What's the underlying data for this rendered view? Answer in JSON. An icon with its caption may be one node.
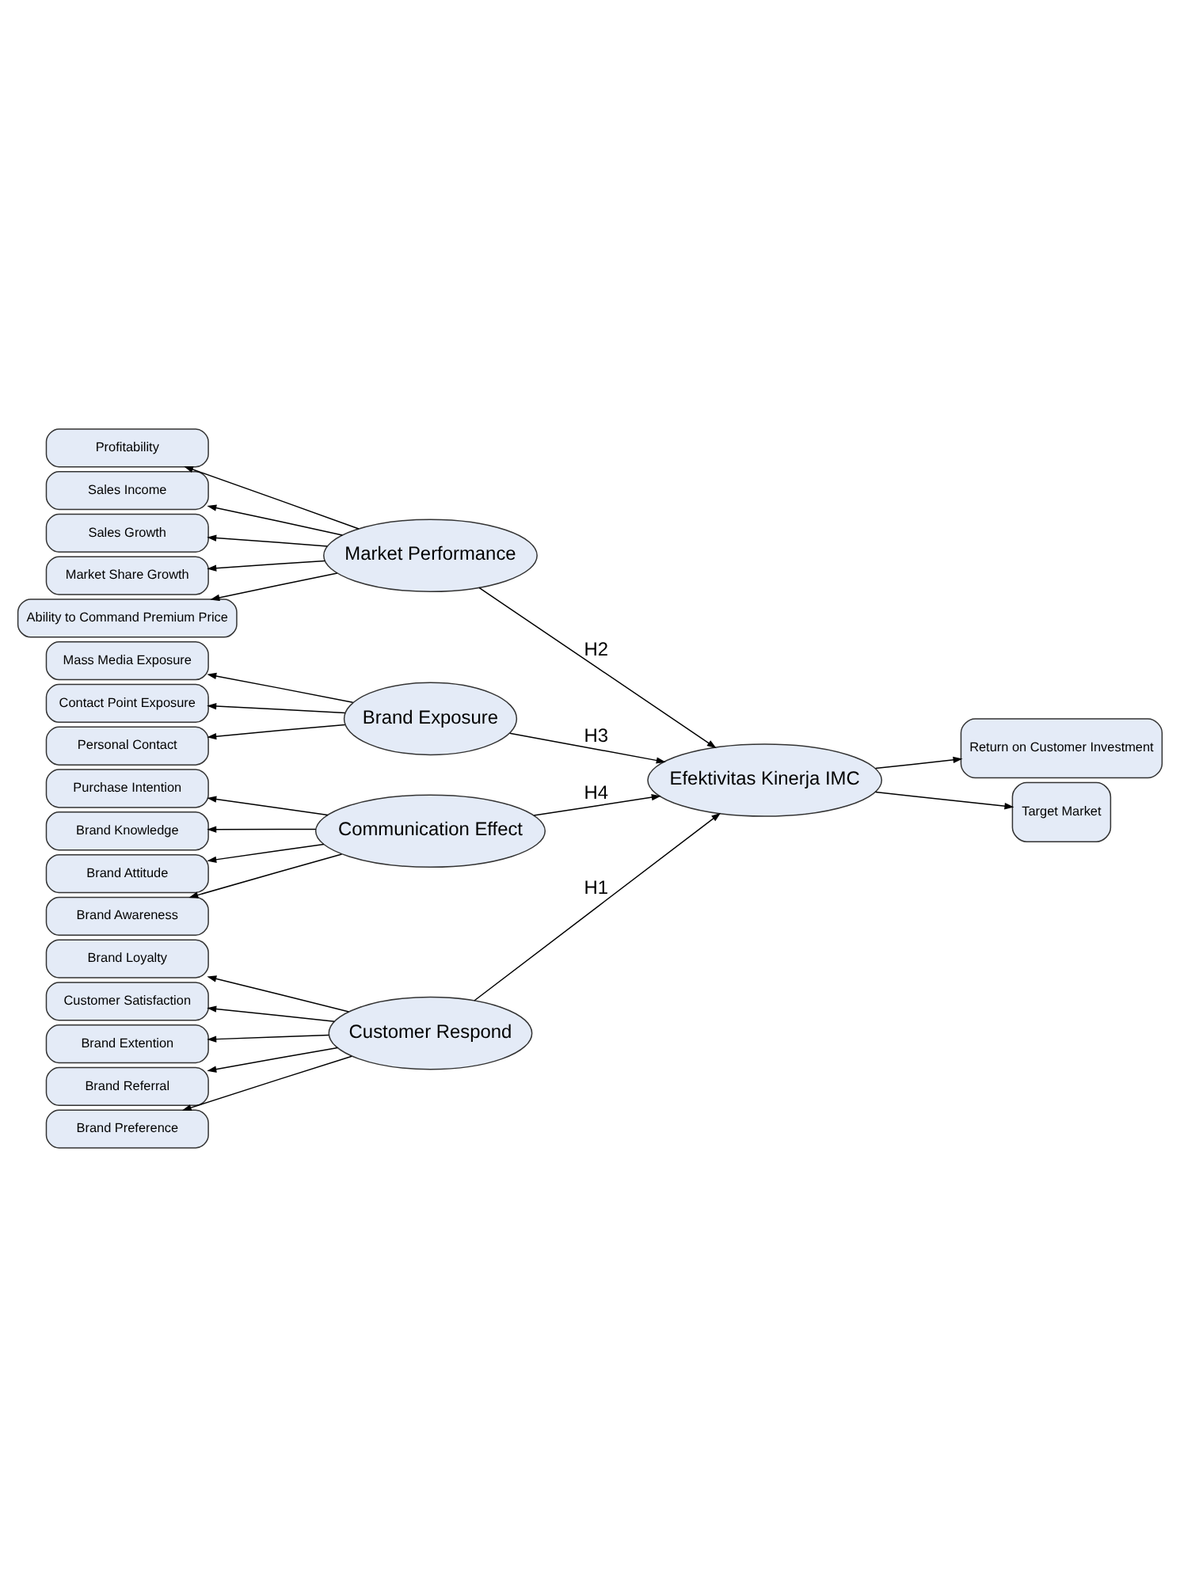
{
  "diagram": {
    "nodes": [
      {
        "text": [
          "Brand Loyalty"
        ]
      },
      {
        "text": [
          "Customer Satisfaction"
        ]
      },
      {
        "text": [
          "Brand Extention"
        ]
      },
      {
        "text": [
          "Brand Referral"
        ]
      },
      {
        "text": [
          "Brand Preference"
        ]
      },
      {
        "text": [
          "Customer Respond"
        ]
      },
      {
        "text": [
          "Sales Growth"
        ]
      },
      {
        "text": [
          "Market Share Growth"
        ]
      },
      {
        "text": [
          "Ability to Command Premium Price"
        ]
      },
      {
        "text": [
          "Profitability"
        ]
      },
      {
        "text": [
          "Sales Income"
        ]
      },
      {
        "text": [
          "Market Performance"
        ]
      },
      {
        "text": [
          "Personal Contact"
        ]
      },
      {
        "text": [
          "Mass Media Exposure"
        ]
      },
      {
        "text": [
          "Contact Point Exposure"
        ]
      },
      {
        "text": [
          "Brand Exposure"
        ]
      },
      {
        "text": [
          "Brand Knowledge"
        ]
      },
      {
        "text": [
          "Brand Attitude"
        ]
      },
      {
        "text": [
          "Brand Awareness"
        ]
      },
      {
        "text": [
          "Purchase Intention"
        ]
      },
      {
        "text": [
          "Communication Effect"
        ]
      },
      {
        "text": [
          "Efektivitas Kinerja IMC"
        ]
      },
      {
        "text": [
          "Return on Customer Investment"
        ]
      },
      {
        "text": [
          "Target Market"
        ]
      }
    ],
    "edges": [
      {
        "from": 5,
        "to": 0,
        "arrow": "to"
      },
      {
        "from": 5,
        "to": 1,
        "arrow": "to"
      },
      {
        "from": 5,
        "to": 2,
        "arrow": "to"
      },
      {
        "from": 5,
        "to": 3,
        "arrow": "to"
      },
      {
        "from": 5,
        "to": 4,
        "arrow": "to"
      },
      {
        "from": 11,
        "to": 6,
        "arrow": "to"
      },
      {
        "from": 11,
        "to": 7,
        "arrow": "to"
      },
      {
        "from": 11,
        "to": 8,
        "arrow": "to"
      },
      {
        "from": 11,
        "to": 9,
        "arrow": "to"
      },
      {
        "from": 11,
        "to": 10,
        "arrow": "to"
      },
      {
        "from": 15,
        "to": 12,
        "arrow": "to"
      },
      {
        "from": 15,
        "to": 13,
        "arrow": "to"
      },
      {
        "from": 15,
        "to": 14,
        "arrow": "to"
      },
      {
        "from": 20,
        "to": 16,
        "arrow": "to"
      },
      {
        "from": 20,
        "to": 17,
        "arrow": "to"
      },
      {
        "from": 20,
        "to": 18,
        "arrow": "to"
      },
      {
        "from": 20,
        "to": 19,
        "arrow": "to"
      },
      {
        "from": 5,
        "to": 21,
        "arrow": "to",
        "label": "H1"
      },
      {
        "from": 11,
        "to": 21,
        "arrow": "to",
        "label": "H2"
      },
      {
        "from": 15,
        "to": 21,
        "arrow": "to",
        "label": "H3"
      },
      {
        "from": 20,
        "to": 21,
        "arrow": "to",
        "label": "H4"
      },
      {
        "from": 21,
        "to": 22,
        "arrow": "to"
      },
      {
        "from": 21,
        "to": 23,
        "arrow": "to"
      }
    ]
  }
}
